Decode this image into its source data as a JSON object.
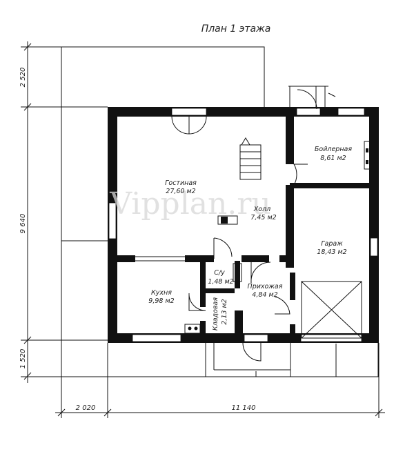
{
  "title": "План 1 этажа",
  "watermark": "Vipplan.ru",
  "rooms": [
    {
      "name": "Гостиная",
      "area": "27,60 м2"
    },
    {
      "name": "Холл",
      "area": "7,45 м2"
    },
    {
      "name": "Бойлерная",
      "area": "8,61 м2"
    },
    {
      "name": "Гараж",
      "area": "18,43 м2"
    },
    {
      "name": "С/у",
      "area": "1,48 м2"
    },
    {
      "name": "Прихожая",
      "area": "4,84 м2"
    },
    {
      "name": "Кухня",
      "area": "9,98 м2"
    },
    {
      "name": "Кладовая",
      "area": "2,13 м2"
    }
  ],
  "dimensions": {
    "left_top": "2 520",
    "left_mid": "9 640",
    "left_bottom": "1 520",
    "bottom_left": "2 020",
    "bottom_main": "11 140"
  }
}
